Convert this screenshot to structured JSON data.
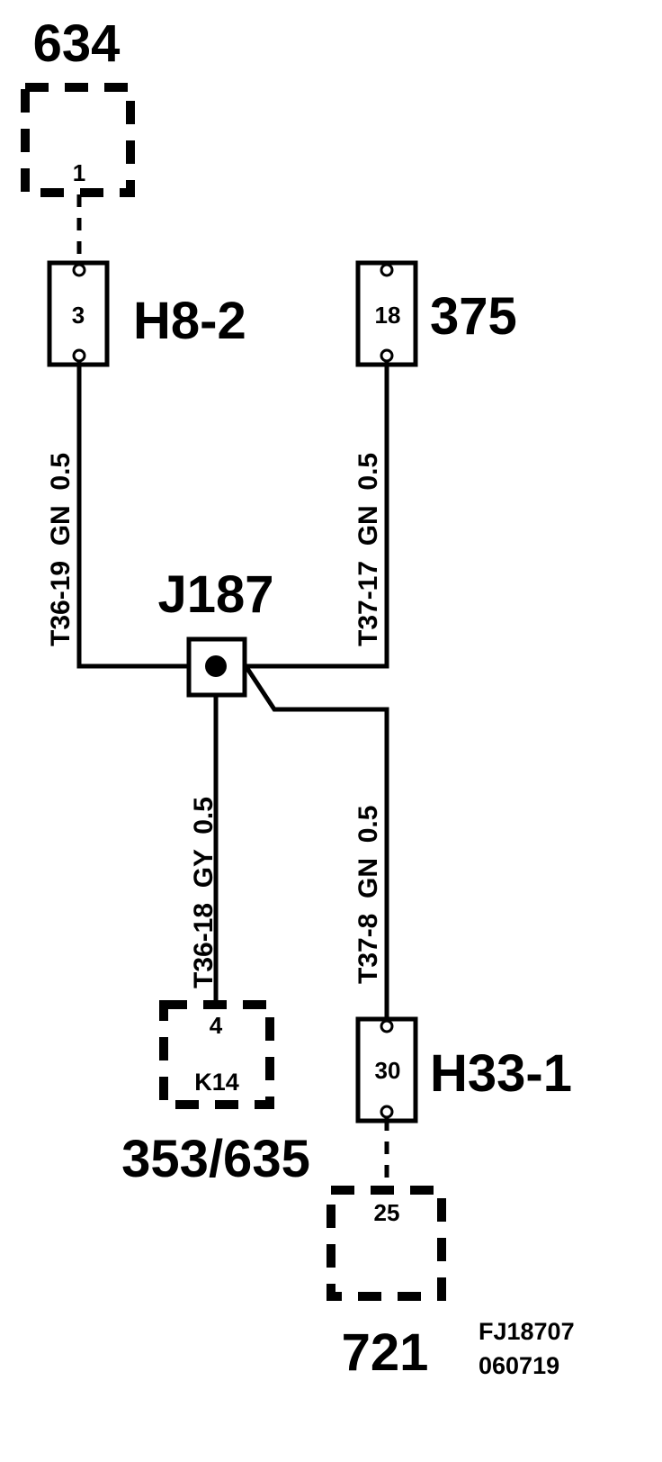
{
  "components": {
    "c634": {
      "ref": "634",
      "pin": "1"
    },
    "h8_2": {
      "ref": "H8-2",
      "pin": "3"
    },
    "c375": {
      "ref": "375",
      "pin": "18"
    },
    "j187": {
      "ref": "J187"
    },
    "k14": {
      "ref": "K14",
      "pin": "4",
      "page": "353/635"
    },
    "h33_1": {
      "ref": "H33-1",
      "pin": "30"
    },
    "c721": {
      "ref": "721",
      "pin": "25"
    }
  },
  "wires": {
    "w_h8_j187": "T36-19  GN  0.5",
    "w_375_j187": "T37-17  GN  0.5",
    "w_j187_k14": "T36-18  GY  0.5",
    "w_j187_h33": "T37-8  GN  0.5"
  },
  "drawing_code": {
    "line1": "FJ18707",
    "line2": "060719"
  }
}
